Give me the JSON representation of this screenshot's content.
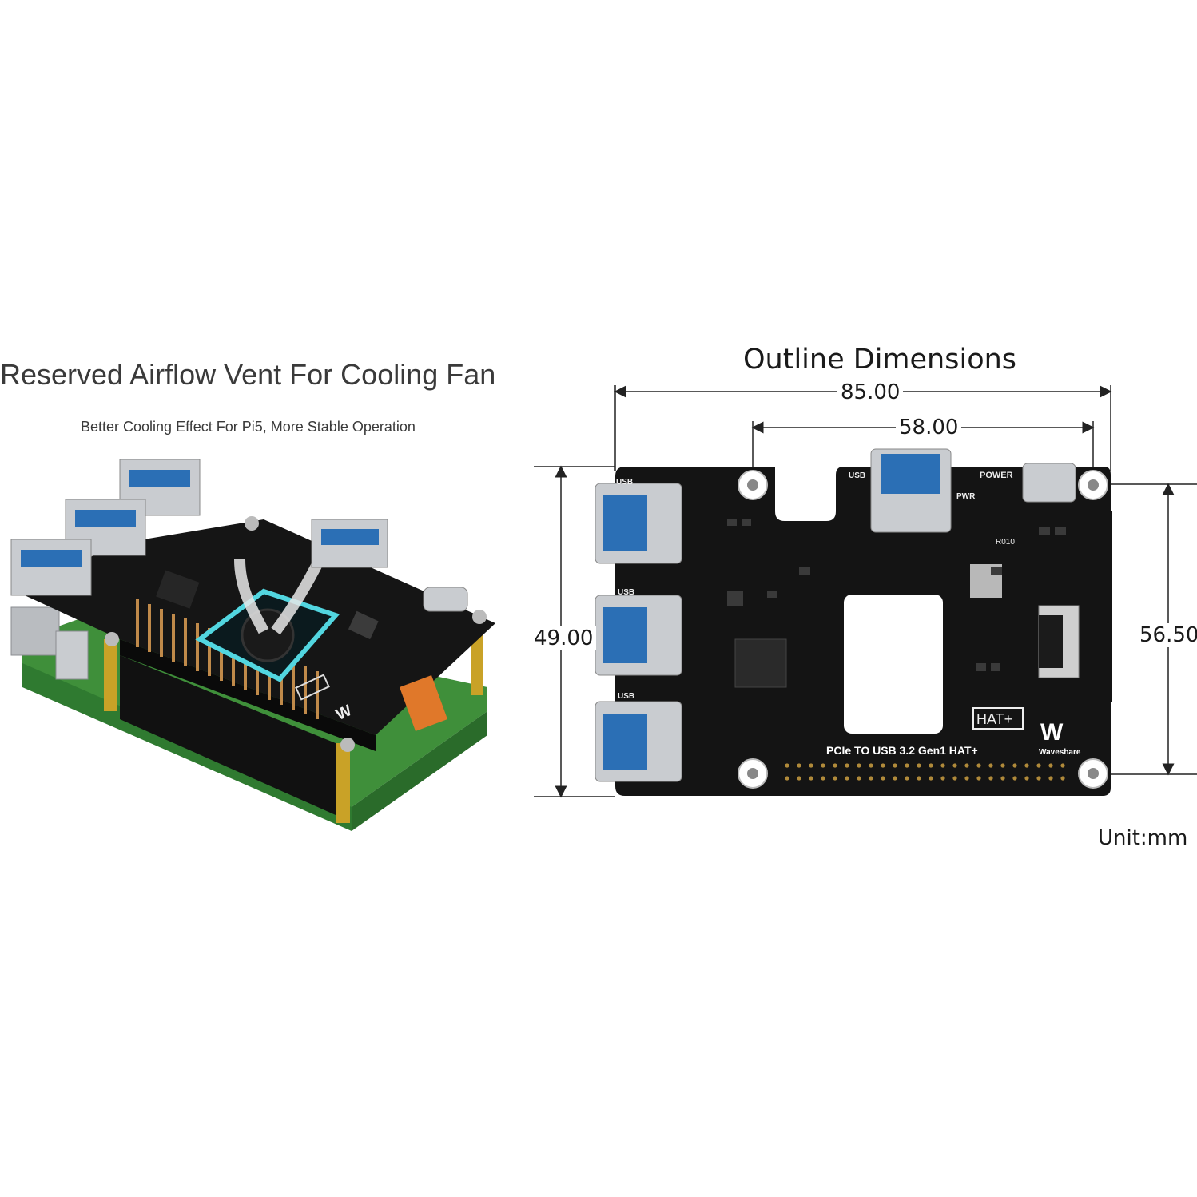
{
  "left_panel": {
    "title": "Reserved Airflow Vent For Cooling Fan",
    "subtitle": "Better Cooling Effect For Pi5, More Stable Operation"
  },
  "right_panel": {
    "title": "Outline Dimensions",
    "dimensions": {
      "overall_width": "85.00",
      "hole_spacing_x": "58.00",
      "overall_height": "49.00",
      "hole_spacing_y": "56.50"
    },
    "unit_label": "Unit:mm"
  },
  "board": {
    "model_label": "PCIe TO USB 3.2 Gen1 HAT+",
    "brand": "Waveshare",
    "hat_label": "HAT+",
    "usb_label": "USB",
    "power_label": "POWER",
    "pwr_label": "PWR",
    "resistor_label": "R010"
  },
  "colors": {
    "pcb": "#141414",
    "usb_blue": "#2b6fb5",
    "connector_metal": "#c9ccd0",
    "rpi_green": "#3f8f3a",
    "vent_glow": "#52d6e0",
    "gold": "#c9a227"
  }
}
